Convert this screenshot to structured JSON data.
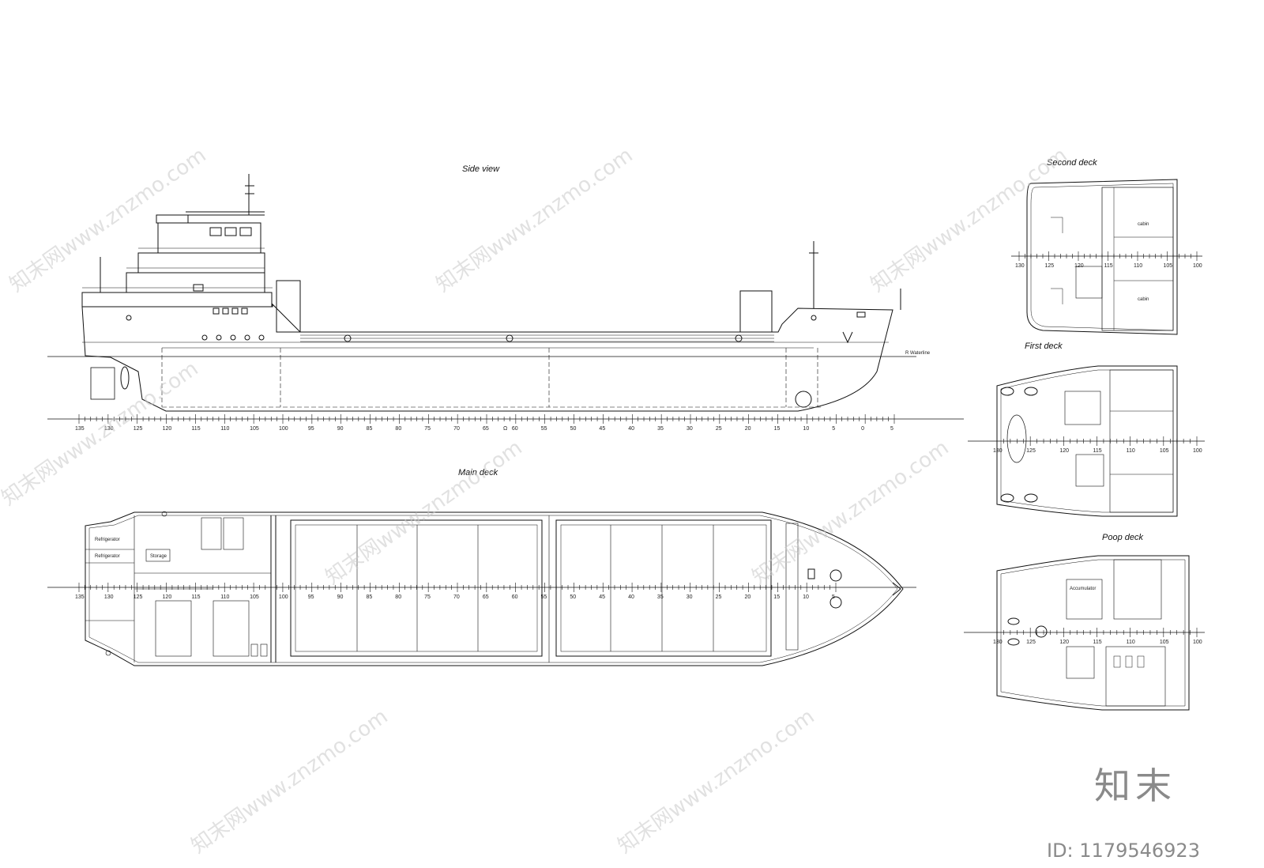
{
  "titles": {
    "side_view": "Side view",
    "main_deck": "Main deck",
    "second_deck": "Second deck",
    "first_deck": "First deck",
    "poop_deck": "Poop deck"
  },
  "labels": {
    "waterline": "R Waterline",
    "midship": "Ω"
  },
  "frame_scale_main": [
    "135",
    "130",
    "125",
    "120",
    "115",
    "110",
    "105",
    "100",
    "95",
    "90",
    "85",
    "80",
    "75",
    "70",
    "65",
    "60",
    "55",
    "50",
    "45",
    "40",
    "35",
    "30",
    "25",
    "20",
    "15",
    "10",
    "5",
    "0",
    "5"
  ],
  "frame_scale_deck": [
    "135",
    "130",
    "125",
    "120",
    "115",
    "110",
    "105",
    "100",
    "95",
    "90",
    "85",
    "80",
    "75",
    "70",
    "65",
    "60",
    "55",
    "50",
    "45",
    "40",
    "35",
    "30",
    "25",
    "20",
    "15",
    "10",
    "5"
  ],
  "frame_scale_upper": [
    "130",
    "125",
    "120",
    "115",
    "110",
    "105",
    "100"
  ],
  "room_labels": {
    "refrigerator_1": "Refrigerator",
    "refrigerator_2": "Refrigerator",
    "storage": "Storage",
    "accumulator": "Accumulator",
    "cabin_1": "cabin",
    "cabin_2": "cabin"
  },
  "watermark": {
    "text": "知末网www.znzmo.com",
    "brand": "知末",
    "id": "ID: 1179546923"
  }
}
